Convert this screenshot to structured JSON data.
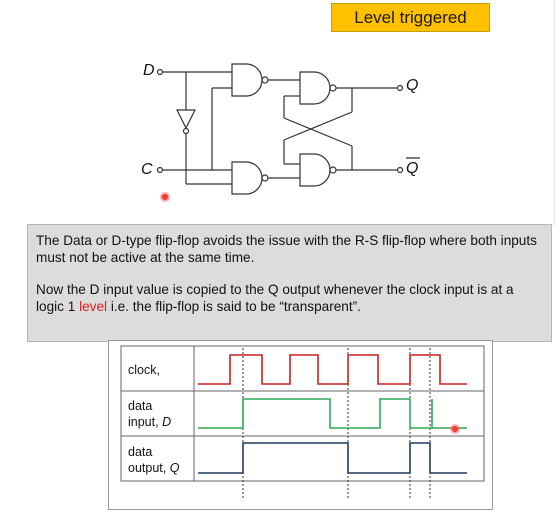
{
  "title_badge": "Level triggered",
  "circuit": {
    "label_d": "D",
    "label_c": "C",
    "label_q": "Q",
    "label_qbar": "Q"
  },
  "description": {
    "para1": "The Data or D-type flip-flop avoids the issue with the R-S flip-flop where both inputs must not be active at the same time.",
    "para2_before": "Now the D input value is copied to the Q output whenever the clock input is at a logic 1 ",
    "para2_highlight": "level",
    "para2_after": " i.e. the flip-flop is said to be “transparent”."
  },
  "timing": {
    "rows": [
      {
        "label_line1": "clock,",
        "label_line2": ""
      },
      {
        "label_line1": "data",
        "label_line2": "input, D"
      },
      {
        "label_line1": "data",
        "label_line2": "output, Q"
      }
    ]
  },
  "colors": {
    "badge": "#ffc000",
    "clock": "#cc1f1f",
    "data_in": "#2eaa55",
    "data_out": "#1f3a5f",
    "highlight": "#e02020"
  },
  "icons": [
    "mouse-pointer-icon"
  ]
}
